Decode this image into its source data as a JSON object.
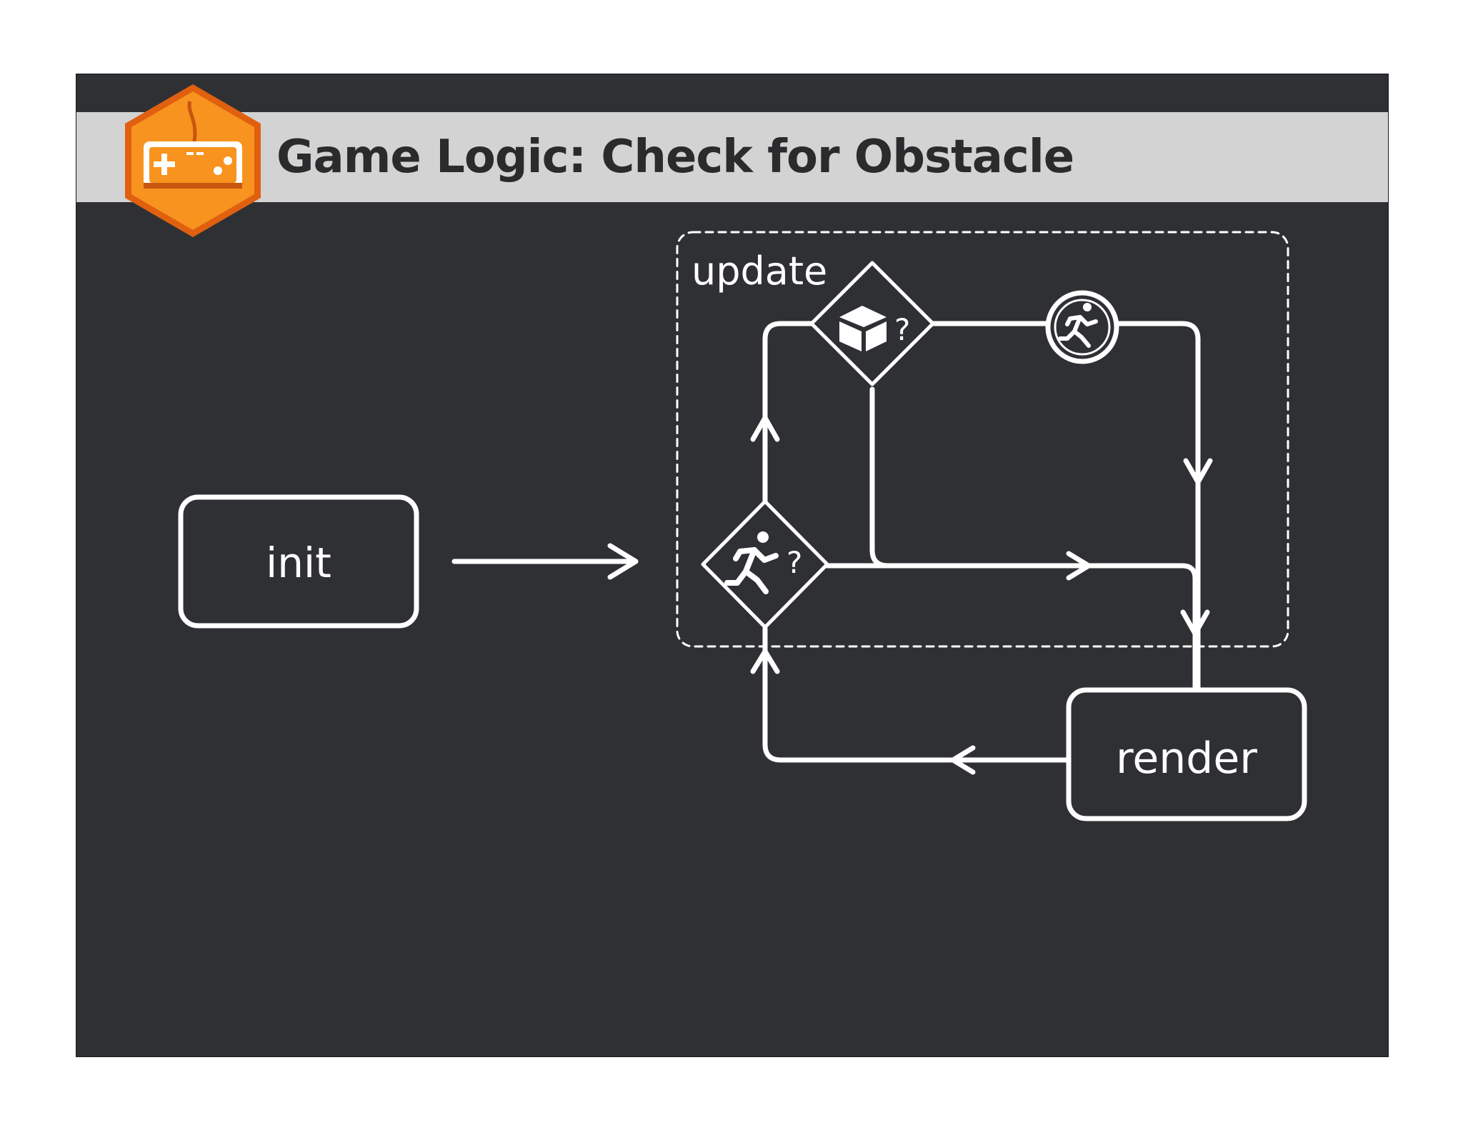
{
  "title": "Game Logic: Check for Obstacle",
  "badge_icon": "game-controller-icon",
  "nodes": {
    "init": "init",
    "update": "update",
    "render": "render",
    "obstacle_question": "?",
    "player_question": "?"
  },
  "icons": {
    "obstacle_check": "box-icon",
    "player_check": "running-person-icon",
    "jump_action": "running-person-icon"
  },
  "colors": {
    "background": "#2f3033",
    "title_bar": "#d3d3d4",
    "badge_orange": "#f7931e",
    "badge_dark_orange": "#e0600f",
    "line": "#ffffff"
  }
}
